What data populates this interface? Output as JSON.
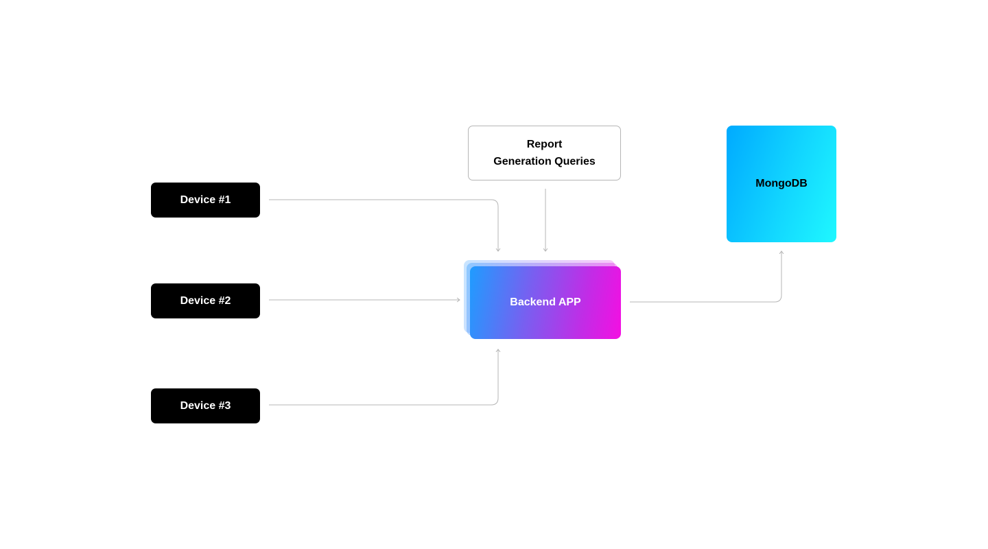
{
  "devices": [
    {
      "label": "Device #1"
    },
    {
      "label": "Device #2"
    },
    {
      "label": "Device #3"
    }
  ],
  "report": {
    "line1": "Report",
    "line2": "Generation Queries"
  },
  "backend": {
    "label": "Backend APP"
  },
  "database": {
    "label": "MongoDB"
  },
  "colors": {
    "device_bg": "#000000",
    "connector": "#b5b5b5",
    "backend_gradient_start": "#1f9cff",
    "backend_gradient_end": "#f40fe2",
    "db_gradient_start": "#00aaff",
    "db_gradient_end": "#1ff8ff"
  }
}
